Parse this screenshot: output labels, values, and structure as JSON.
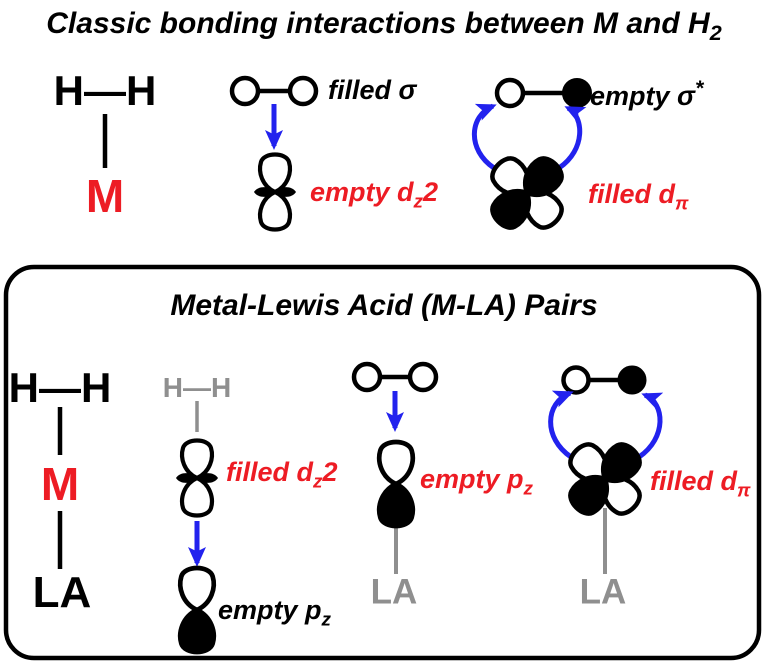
{
  "colors": {
    "red": "#ed1c24",
    "blue": "#2222ee",
    "gray": "#8f8f8f",
    "black": "#000000"
  },
  "main_title": {
    "pre": "Classic bonding interactions between M and H",
    "sub": "2"
  },
  "top": {
    "mh2_complex": {
      "hh": "H—H",
      "m": "M"
    },
    "sigma_donation": {
      "filled_sigma": {
        "text": "filled σ"
      },
      "empty_dz2": {
        "pre": "empty d",
        "sub": "z",
        "post": "2"
      }
    },
    "pi_backdonation": {
      "empty_sigma_star": {
        "pre": "empty σ",
        "sup": "*"
      },
      "filled_dpi": {
        "pre": "filled d",
        "sub": "π"
      }
    }
  },
  "box": {
    "title": "Metal-Lewis Acid (M-LA) Pairs",
    "mla_complex": {
      "hh": "H—H",
      "m": "M",
      "la": "LA"
    },
    "dz2_donation": {
      "hh": "H—H",
      "filled_dz2": {
        "pre": "filled d",
        "sub": "z",
        "post": "2"
      },
      "empty_pz": {
        "pre": "empty p",
        "sub": "z"
      }
    },
    "sigma_to_la": {
      "empty_pz": {
        "pre": "empty p",
        "sub": "z"
      },
      "la": "LA"
    },
    "pi_backdonation": {
      "filled_dpi": {
        "pre": "filled d",
        "sub": "π"
      },
      "la": "LA"
    }
  }
}
